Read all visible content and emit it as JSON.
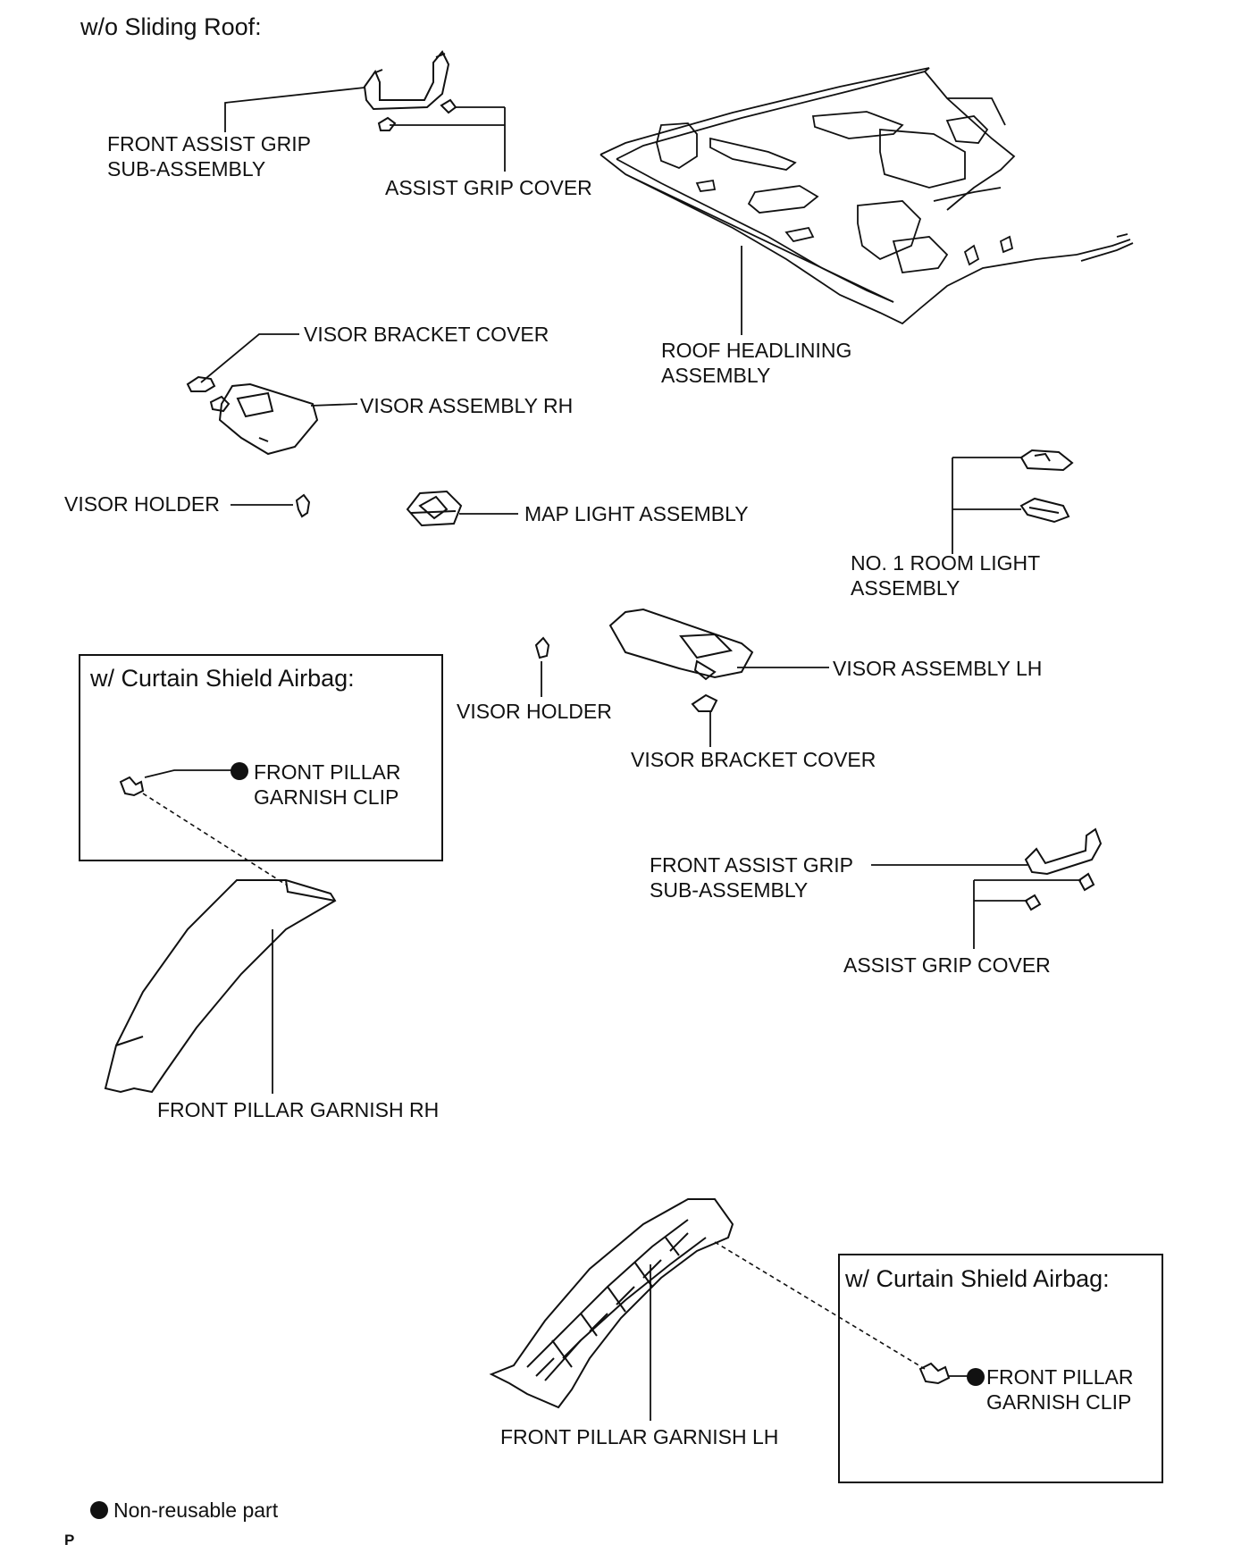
{
  "diagram": {
    "main_title": "w/o Sliding Roof:",
    "insets": [
      {
        "title": "w/ Curtain Shield Airbag:"
      },
      {
        "title": "w/ Curtain Shield Airbag:"
      }
    ],
    "labels": {
      "front_assist_grip_rh": "FRONT ASSIST GRIP\nSUB-ASSEMBLY",
      "assist_grip_cover_top": "ASSIST GRIP COVER",
      "visor_bracket_cover_top": "VISOR BRACKET COVER",
      "roof_headlining": "ROOF HEADLINING\nASSEMBLY",
      "visor_assembly_rh": "VISOR ASSEMBLY RH",
      "visor_holder_left": "VISOR HOLDER",
      "map_light": "MAP LIGHT ASSEMBLY",
      "room_light": "NO. 1 ROOM LIGHT\nASSEMBLY",
      "visor_holder_mid": "VISOR HOLDER",
      "visor_assembly_lh": "VISOR ASSEMBLY LH",
      "visor_bracket_cover_mid": "VISOR BRACKET COVER",
      "pillar_clip_rh": "FRONT PILLAR\nGARNISH CLIP",
      "front_assist_grip_lh": "FRONT ASSIST GRIP\nSUB-ASSEMBLY",
      "assist_grip_cover_lower": "ASSIST GRIP COVER",
      "pillar_garnish_rh": "FRONT PILLAR GARNISH RH",
      "pillar_garnish_lh": "FRONT PILLAR GARNISH LH",
      "pillar_clip_lh": "FRONT PILLAR\nGARNISH CLIP"
    },
    "legend": {
      "symbol": "filled-circle",
      "text": "Non-reusable part"
    },
    "corner_mark": "P"
  }
}
